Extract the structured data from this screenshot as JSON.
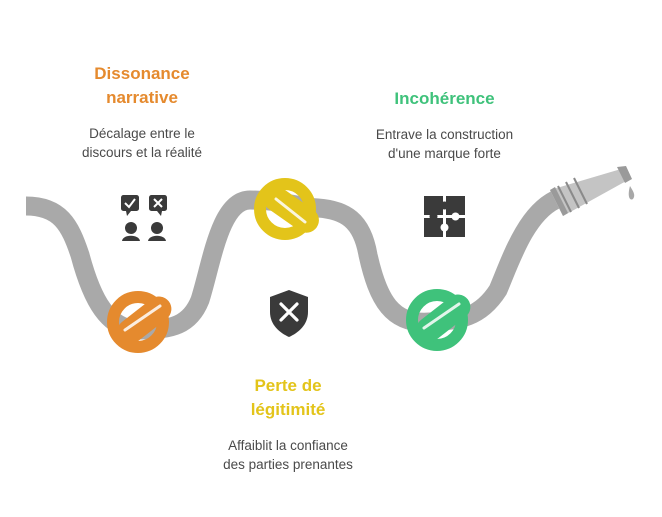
{
  "items": [
    {
      "title_line1": "Dissonance",
      "title_line2": "narrative",
      "desc_line1": "Décalage entre le",
      "desc_line2": "discours et la réalité",
      "color": "#E58A2E",
      "icon": "speech-bubbles-people-icon"
    },
    {
      "title_line1": "Incohérence",
      "title_line2": "",
      "desc_line1": "Entrave la construction",
      "desc_line2": "d'une marque forte",
      "color": "#3FC27B",
      "icon": "puzzle-icon"
    },
    {
      "title_line1": "Perte de",
      "title_line2": "légitimité",
      "desc_line1": "Affaiblit la confiance",
      "desc_line2": "des parties prenantes",
      "color": "#E3C41A",
      "icon": "shield-x-icon"
    }
  ],
  "colors": {
    "hose": "#A9A9A9",
    "nozzle": "#C4C4C4",
    "icon": "#3A3A3A"
  }
}
